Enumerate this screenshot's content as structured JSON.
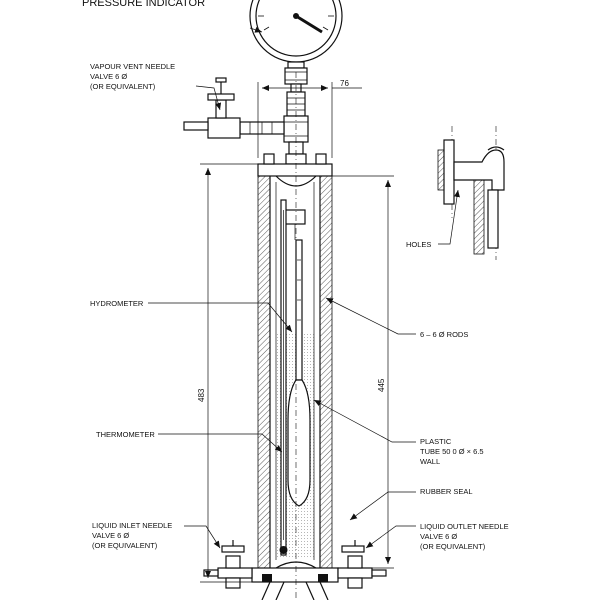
{
  "labels": {
    "pressure_indicator": "PRESSURE INDICATOR",
    "vapour_vent_line1": "VAPOUR VENT NEEDLE",
    "vapour_vent_line2": "VALVE 6 Ø",
    "vapour_vent_line3": "(OR EQUIVALENT)",
    "holes": "HOLES",
    "hydrometer": "HYDROMETER",
    "rods": "6 – 6 Ø RODS",
    "thermometer": "THERMOMETER",
    "plastic_line1": "PLASTIC",
    "plastic_line2": "TUBE 50 0 Ø × 6.5",
    "plastic_line3": "WALL",
    "rubber_seal": "RUBBER SEAL",
    "inlet_line1": "LIQUID INLET NEEDLE",
    "inlet_line2": "VALVE 6 Ø",
    "inlet_line3": "(OR EQUIVALENT)",
    "outlet_line1": "LIQUID OUTLET NEEDLE",
    "outlet_line2": "VALVE 6 Ø",
    "outlet_line3": "(OR EQUIVALENT)"
  },
  "dimensions": {
    "width": "76",
    "overall_height": "483",
    "tube_height": "445"
  }
}
